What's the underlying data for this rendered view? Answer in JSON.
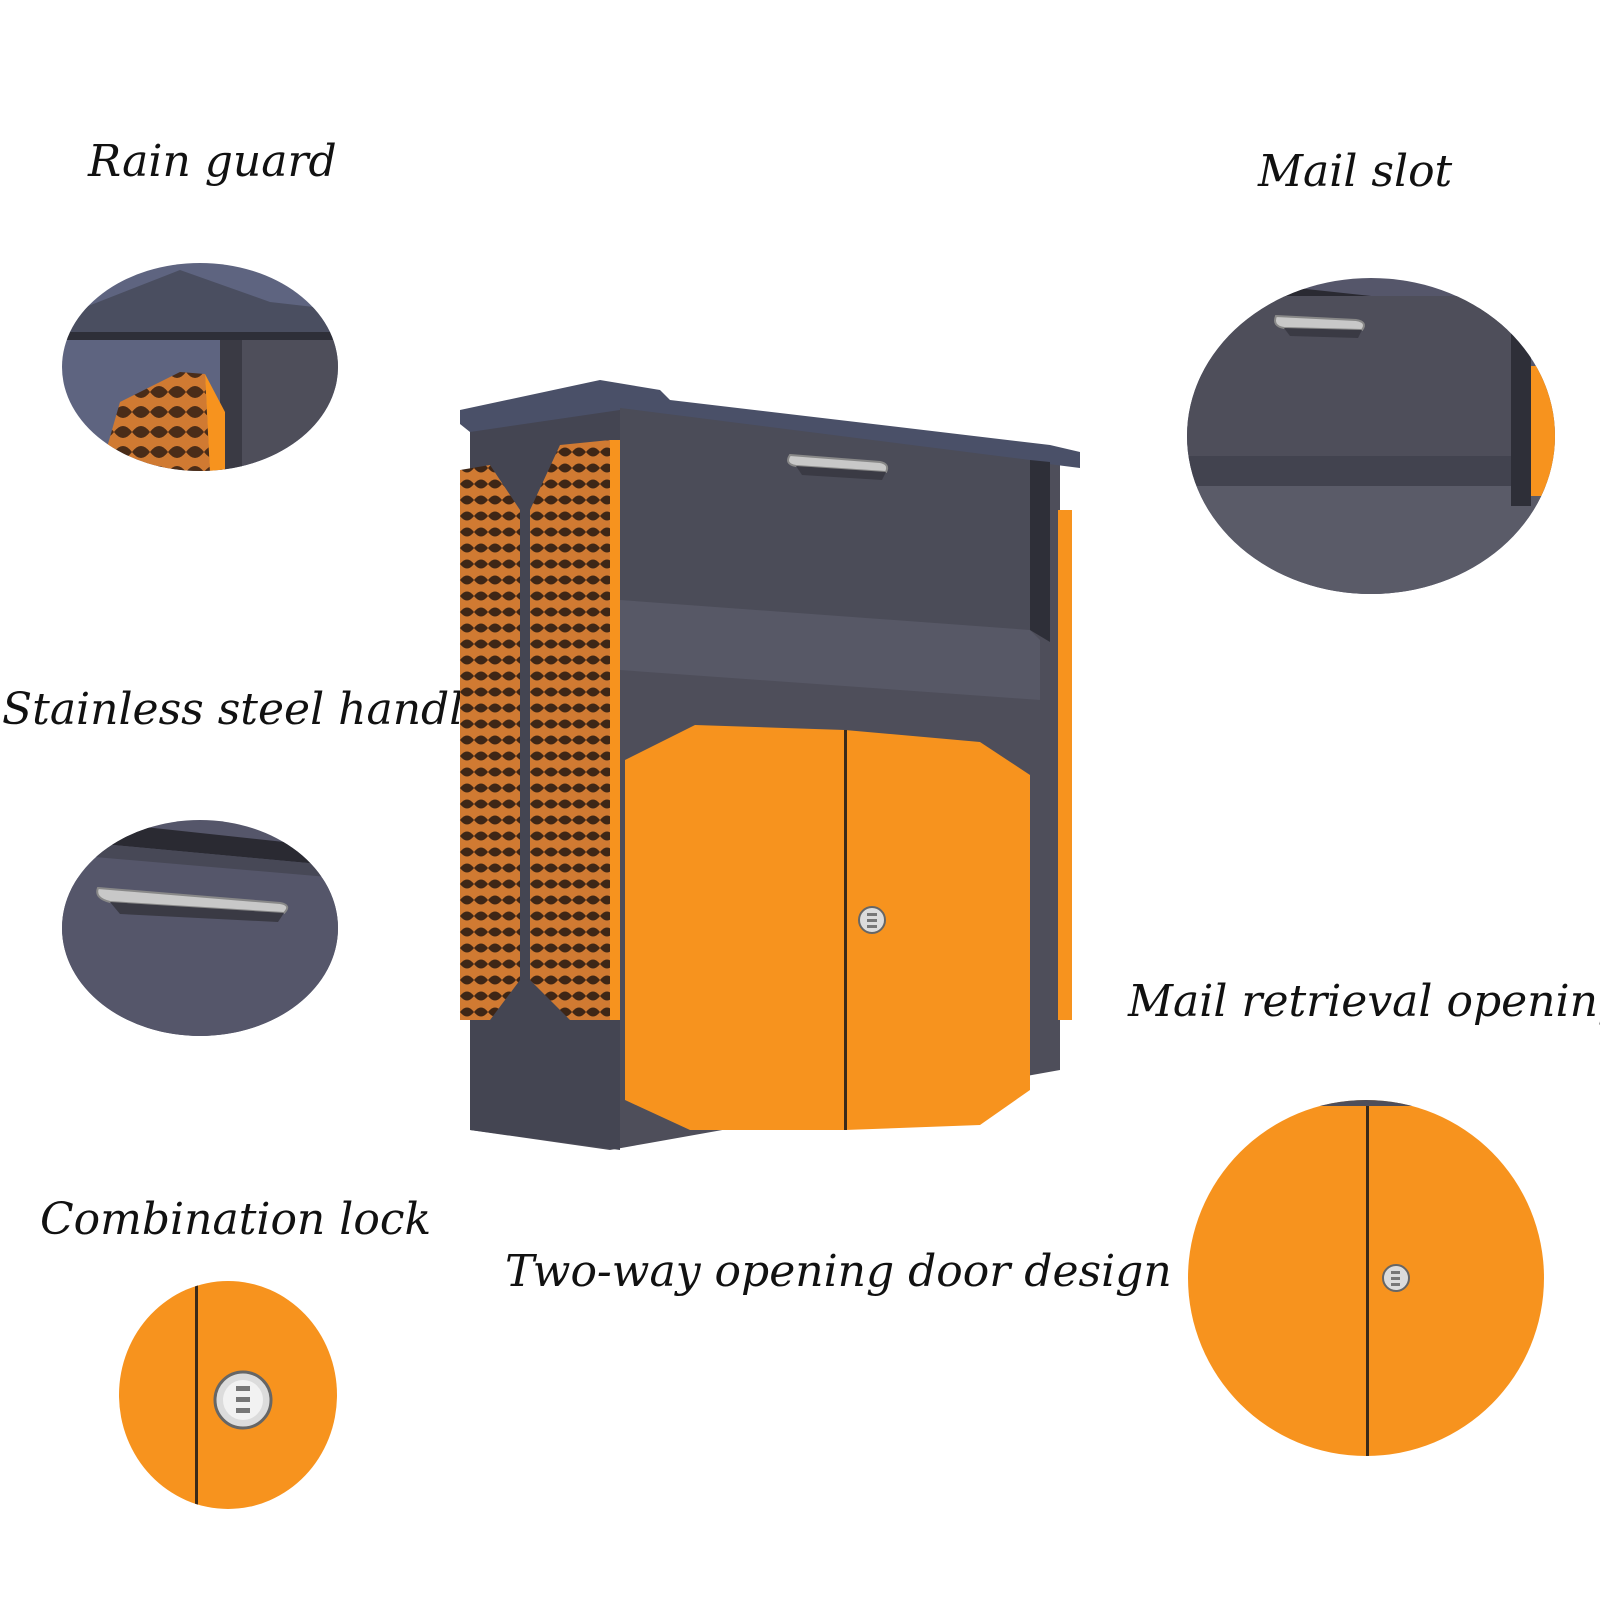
{
  "labels": {
    "rain_guard": "Rain guard",
    "mail_slot": "Mail slot",
    "handle": "Stainless steel handle",
    "retrieval": "Mail retrieval opening",
    "lock": "Combination lock",
    "door": "Two-way opening door design"
  },
  "colors": {
    "body": "#4e4e5a",
    "body_dark": "#3a3a44",
    "body_light": "#5e5f6c",
    "top": "#4a4e60",
    "orange": "#f7931e",
    "copper": "#d07a32",
    "chrome": "#c8c8c8"
  }
}
